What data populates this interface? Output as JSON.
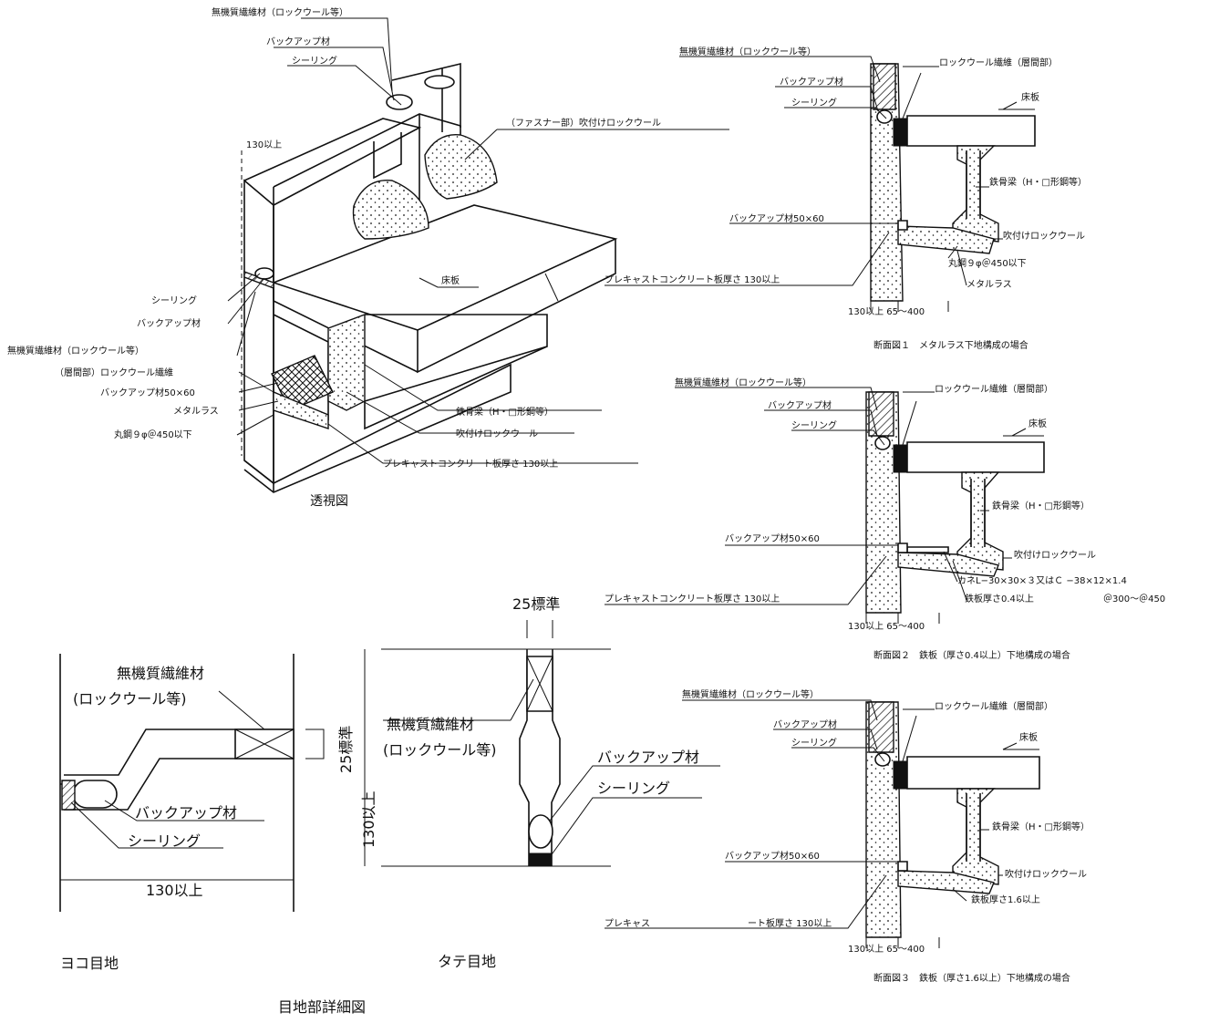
{
  "perspective": {
    "labels": {
      "inorganic_fiber_top": "無機質繊維材（ロックウール等）",
      "backup_top": "バックアップ材",
      "sealing_top": "シーリング",
      "dim_130": "130以上",
      "fastener": "（ファスナー部）吹付けロックウール",
      "floor_slab": "床板",
      "sealing_left": "シーリング",
      "backup_left": "バックアップ材",
      "inorganic_fiber_left": "無機質繊維材（ロックウール等）",
      "layer_rockwool_felt": "（層間部）ロックウール繊維",
      "backup_50x60": "バックアップ材50×60",
      "metal_lath": "メタルラス",
      "round_bar": "丸鋼９φ＠450以下",
      "steel_beam": "鉄骨梁（H・□形鋼等）",
      "sprayed_rockwool": "吹付けロックウール",
      "precast_panel": "プレキャストコンクリート板厚さ 130以上"
    },
    "caption": "透視図"
  },
  "section1": {
    "labels": {
      "inorganic_fiber": "無機質繊維材（ロックウール等）",
      "rockwool_felt": "ロックウール繊維（層間部）",
      "floor_slab": "床板",
      "backup": "バックアップ材",
      "sealing": "シーリング",
      "steel_beam": "鉄骨梁（H・□形鋼等）",
      "backup_50x60": "バックアップ材50×60",
      "sprayed_rockwool": "吹付けロックウール",
      "round_bar": "丸鋼９φ＠450以下",
      "precast_panel": "プレキャストコンクリート板厚さ 130以上",
      "metal_lath": "メタルラス",
      "dims": "130以上 65〜400"
    },
    "caption": "断面図１　メタルラス下地構成の場合"
  },
  "section2": {
    "labels": {
      "inorganic_fiber": "無機質繊維材（ロックウール等）",
      "rockwool_felt": "ロックウール繊維（層間部）",
      "backup": "バックアップ材",
      "floor_slab": "床板",
      "sealing": "シーリング",
      "steel_beam": "鉄骨梁（H・□形鋼等）",
      "backup_50x60": "バックアップ材50×60",
      "sprayed_rockwool": "吹付けロックウール",
      "angle": "カネL−30×30×３又はＣ −38×12×1.4",
      "steel_plate": "鉄板厚さ0.4以上",
      "pitch": "＠300〜＠450",
      "precast_panel": "プレキャストコンクリート板厚さ 130以上",
      "dims": "130以上 65〜400"
    },
    "caption": "断面図２　鉄板（厚さ0.4以上）下地構成の場合"
  },
  "section3": {
    "labels": {
      "inorganic_fiber": "無機質繊維材（ロックウール等）",
      "rockwool_felt": "ロックウール繊維（層間部）",
      "backup": "バックアップ材",
      "floor_slab": "床板",
      "sealing": "シーリング",
      "steel_beam": "鉄骨梁（H・□形鋼等）",
      "backup_50x60": "バックアップ材50×60",
      "sprayed_rockwool": "吹付けロックウール",
      "steel_plate": "鉄板厚さ1.6以上",
      "precast_left": "プレキャス",
      "precast_right": "ート板厚さ 130以上",
      "dims": "130以上 65〜400"
    },
    "caption": "断面図３　鉄板（厚さ1.6以上）下地構成の場合"
  },
  "yoko": {
    "labels": {
      "inorganic_fiber_1": "無機質繊維材",
      "inorganic_fiber_2": "(ロックウール等)",
      "dim_25": "25標準",
      "backup": "バックアップ材",
      "sealing": "シーリング",
      "dim_130": "130以上"
    },
    "caption": "ヨコ目地"
  },
  "tate": {
    "labels": {
      "dim_25": "25標準",
      "dim_130": "130以上",
      "inorganic_fiber_1": "無機質繊維材",
      "inorganic_fiber_2": "(ロックウール等)",
      "backup": "バックアップ材",
      "sealing": "シーリング"
    },
    "caption": "タテ目地"
  },
  "joint_caption": "目地部詳細図"
}
